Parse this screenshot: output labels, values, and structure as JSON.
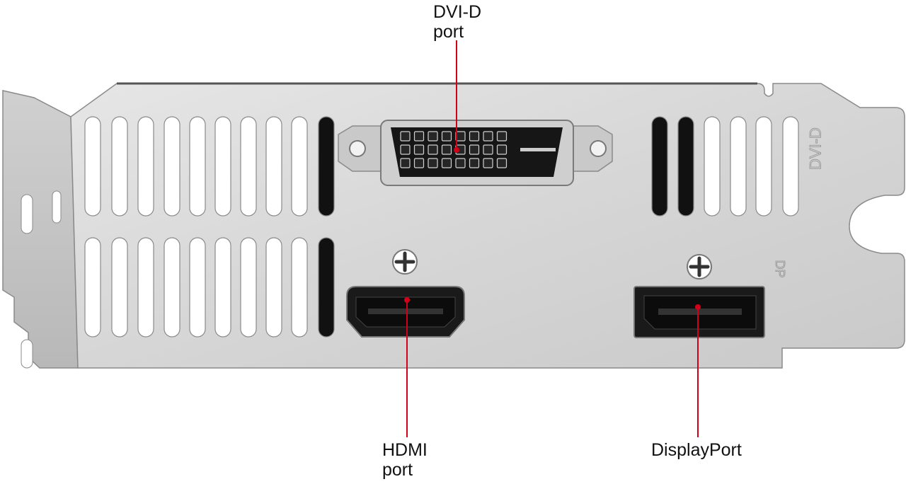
{
  "labels": {
    "dvi": "DVI-D\nport",
    "hdmi": "HDMI\nport",
    "displayport": "DisplayPort"
  },
  "engraving": {
    "dvi": "DVI-D",
    "dp": "DP"
  },
  "colors": {
    "callout": "#d0021b",
    "bracket": "#d9d9d9",
    "bracket_edge": "#8a8a8a",
    "vent": "#ffffff",
    "port_body": "#151515",
    "connector_metal": "#c4c4c4"
  },
  "icons": {
    "screw": "phillips-screw-icon"
  }
}
